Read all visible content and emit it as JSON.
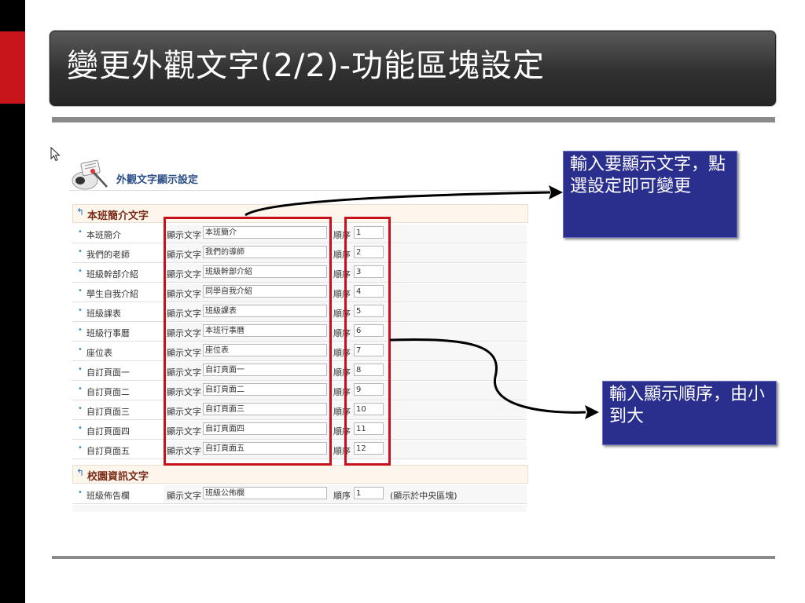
{
  "slide": {
    "title": "變更外觀文字(2/2)-功能區塊設定"
  },
  "screenshot": {
    "header_title": "外觀文字顯示設定",
    "sections": [
      {
        "title": "本班簡介文字",
        "rows": [
          {
            "name": "本班簡介",
            "label": "顯示文字",
            "value": "本班簡介",
            "order_label": "順序",
            "order": "1"
          },
          {
            "name": "我們的老師",
            "label": "顯示文字",
            "value": "我們的導師",
            "order_label": "順序",
            "order": "2"
          },
          {
            "name": "班級幹部介紹",
            "label": "顯示文字",
            "value": "班級幹部介紹",
            "order_label": "順序",
            "order": "3"
          },
          {
            "name": "學生自我介紹",
            "label": "顯示文字",
            "value": "同學自我介紹",
            "order_label": "順序",
            "order": "4"
          },
          {
            "name": "班級課表",
            "label": "顯示文字",
            "value": "班級課表",
            "order_label": "順序",
            "order": "5"
          },
          {
            "name": "班級行事曆",
            "label": "顯示文字",
            "value": "本班行事曆",
            "order_label": "順序",
            "order": "6"
          },
          {
            "name": "座位表",
            "label": "顯示文字",
            "value": "座位表",
            "order_label": "順序",
            "order": "7"
          },
          {
            "name": "自訂頁面一",
            "label": "顯示文字",
            "value": "自訂頁面一",
            "order_label": "順序",
            "order": "8"
          },
          {
            "name": "自訂頁面二",
            "label": "顯示文字",
            "value": "自訂頁面二",
            "order_label": "順序",
            "order": "9"
          },
          {
            "name": "自訂頁面三",
            "label": "顯示文字",
            "value": "自訂頁面三",
            "order_label": "順序",
            "order": "10"
          },
          {
            "name": "自訂頁面四",
            "label": "顯示文字",
            "value": "自訂頁面四",
            "order_label": "順序",
            "order": "11"
          },
          {
            "name": "自訂頁面五",
            "label": "顯示文字",
            "value": "自訂頁面五",
            "order_label": "順序",
            "order": "12"
          }
        ]
      },
      {
        "title": "校園資訊文字",
        "rows": [
          {
            "name": "班級佈告欄",
            "label": "顯示文字",
            "value": "班級公佈欄",
            "order_label": "順序",
            "order": "1",
            "note": "(顯示於中央區塊)"
          }
        ]
      }
    ]
  },
  "callouts": {
    "text_input": "輸入要顯示文字，點選設定即可變更",
    "order_input": "輸入顯示順序，由小到大"
  },
  "colors": {
    "accent_red": "#c8151b",
    "callout_bg": "#2a2f8e",
    "title_bg": "#303030"
  }
}
